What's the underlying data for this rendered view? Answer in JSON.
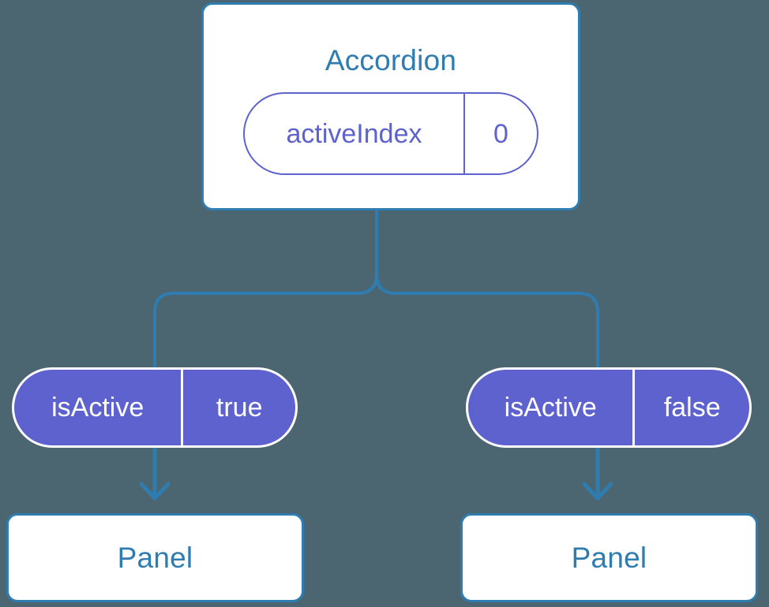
{
  "diagram": {
    "title_hidden": "",
    "background_color": "#4c6671",
    "accent_blue": "#2f7cb0",
    "accent_purple": "#5d62ce"
  },
  "accordion": {
    "title": "Accordion",
    "state": {
      "key": "activeIndex",
      "value": "0"
    }
  },
  "children": [
    {
      "prop": {
        "key": "isActive",
        "value": "true"
      },
      "component": {
        "title": "Panel"
      }
    },
    {
      "prop": {
        "key": "isActive",
        "value": "false"
      },
      "component": {
        "title": "Panel"
      }
    }
  ]
}
